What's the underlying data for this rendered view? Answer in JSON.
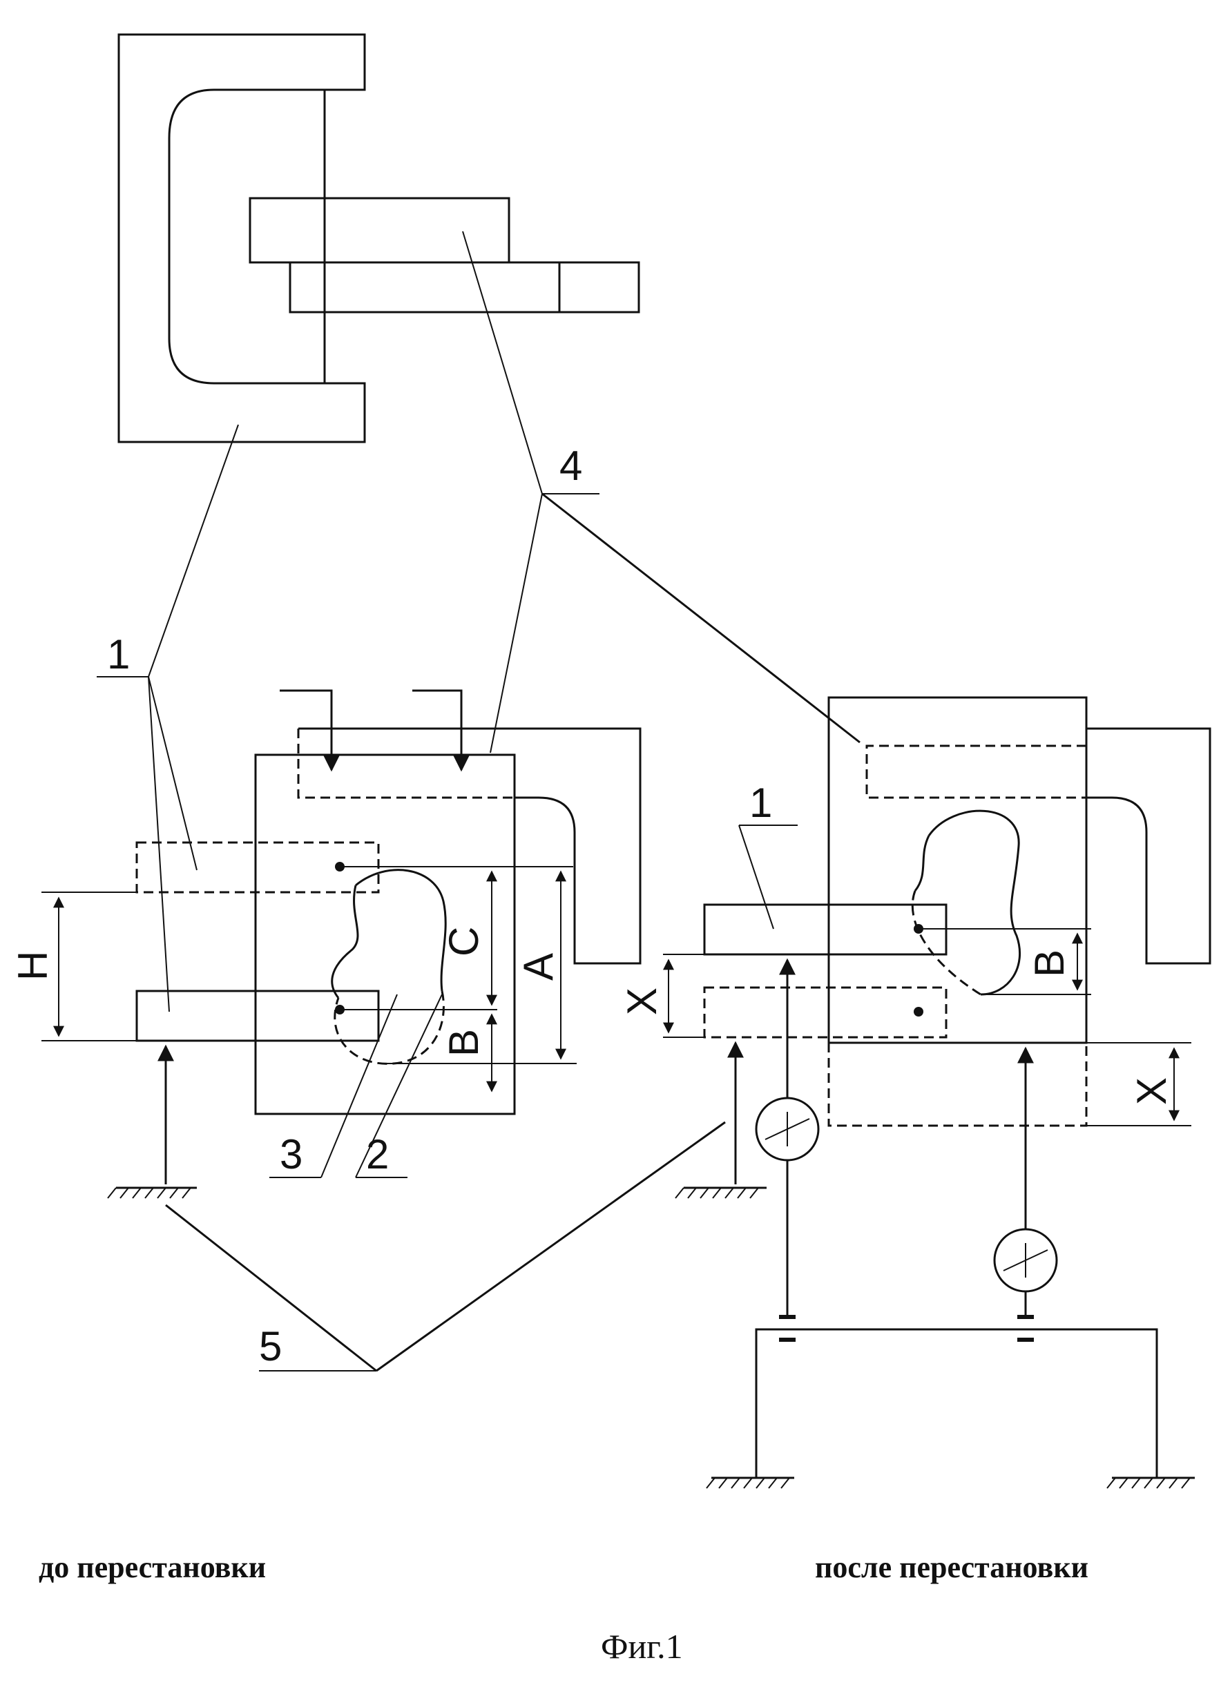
{
  "labels": {
    "l1_left": "1",
    "l1_right": "1",
    "l2": "2",
    "l3": "3",
    "l4": "4",
    "l5": "5",
    "H": "H",
    "C": "C",
    "A": "A",
    "B_left": "B",
    "B_right": "B",
    "X_left": "X",
    "X_right": "X"
  },
  "captions": {
    "before": "до перестановки",
    "after": "после перестановки",
    "figure": "Фиг.1"
  }
}
